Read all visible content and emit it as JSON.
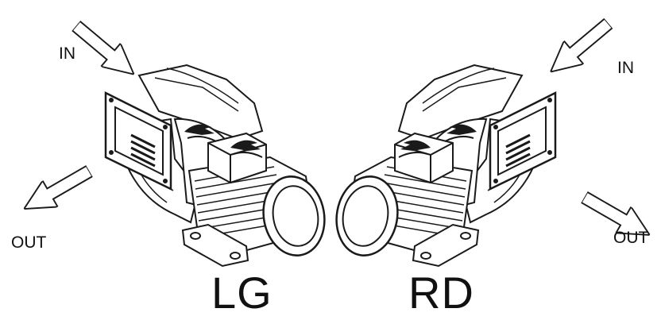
{
  "labels": {
    "in_left": "IN",
    "out_left": "OUT",
    "in_right": "IN",
    "out_right": "OUT",
    "variant_left": "LG",
    "variant_right": "RD"
  },
  "colors": {
    "line": "#1a1a1a",
    "background": "#ffffff"
  },
  "icons": {
    "logo": "brand-logo-icon",
    "arrow": "flow-arrow-icon"
  }
}
